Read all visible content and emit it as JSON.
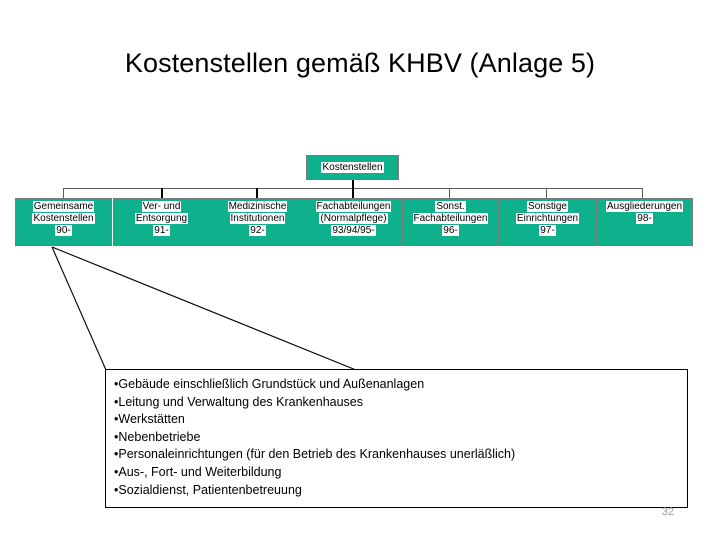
{
  "slide": {
    "title": "Kostenstellen gemäß KHBV (Anlage 5)",
    "page_number": "32",
    "accent_color": "#0EB18B",
    "text_color": "#000000",
    "page_number_color": "#9a9a9a"
  },
  "org_chart": {
    "root": {
      "name": "root-node",
      "lines": [
        "Kostenstellen"
      ]
    },
    "children": [
      {
        "name": "gemeinsame-kostenstellen",
        "lines": [
          "Gemeinsame",
          "Kostenstellen",
          "90-"
        ]
      },
      {
        "name": "ver-und-entsorgung",
        "lines": [
          "Ver- und",
          "Entsorgung",
          "91-"
        ]
      },
      {
        "name": "medizinische-institutionen",
        "lines": [
          "Medizinische",
          "Institutionen",
          "92-"
        ]
      },
      {
        "name": "fachabteilungen-normalpflege",
        "lines": [
          "Fachabteilungen",
          "(Normalpflege)",
          "93/94/95-"
        ]
      },
      {
        "name": "sonst-fachabteilungen",
        "lines": [
          "Sonst.",
          "Fachabteilungen",
          "96-"
        ]
      },
      {
        "name": "sonstige-einrichtungen",
        "lines": [
          "Sonstige",
          "Einrichtungen",
          "97-"
        ]
      },
      {
        "name": "ausgliederungen",
        "lines": [
          "Ausgliederungen",
          "98-"
        ]
      }
    ]
  },
  "content_box": {
    "bullet_char": "•",
    "bullets": [
      "Gebäude einschließlich Grundstück und Außenanlagen",
      "Leitung und Verwaltung des Krankenhauses",
      "Werkstätten",
      "Nebenbetriebe",
      "Personaleinrichtungen (für den Betrieb des Krankenhauses unerläßlich)",
      "Aus-, Fort- und Weiterbildung",
      "Sozialdienst, Patientenbetreuung"
    ]
  }
}
